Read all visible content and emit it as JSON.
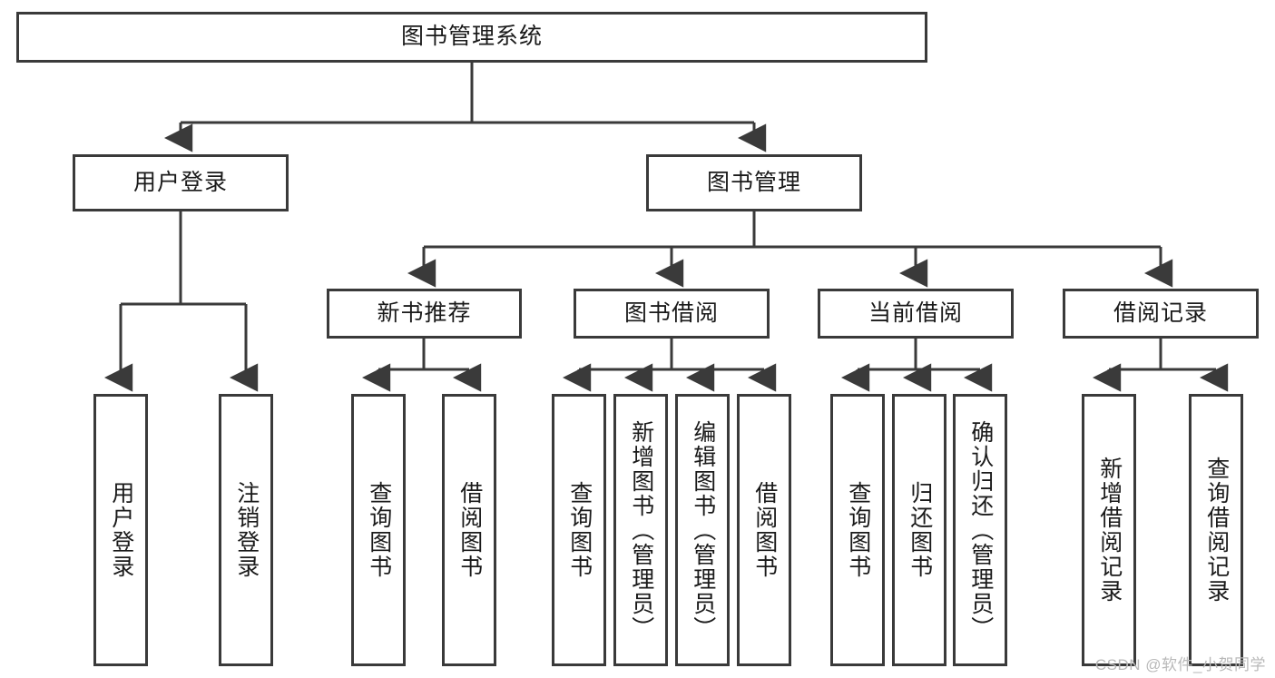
{
  "diagram": {
    "title": "图书管理系统",
    "type": "tree-hierarchy-diagram",
    "colors": {
      "box_border": "#3a3a3a",
      "box_fill": "#ffffff",
      "connector": "#3a3a3a",
      "text": "#1a1a1a",
      "watermark": "#b9b9b9",
      "background": "#ffffff"
    },
    "levels": {
      "level1_label": "图书管理系统",
      "level2": [
        "用户登录",
        "图书管理"
      ],
      "level3": [
        "新书推荐",
        "图书借阅",
        "当前借阅",
        "借阅记录"
      ]
    }
  },
  "nodes": {
    "root": {
      "label": "图书管理系统",
      "orientation": "horizontal"
    },
    "user_login": {
      "label": "用户登录",
      "orientation": "horizontal"
    },
    "book_manage": {
      "label": "图书管理",
      "orientation": "horizontal"
    },
    "new_book_rec": {
      "label": "新书推荐",
      "orientation": "horizontal"
    },
    "book_borrow": {
      "label": "图书借阅",
      "orientation": "horizontal"
    },
    "current_borrow": {
      "label": "当前借阅",
      "orientation": "horizontal"
    },
    "borrow_record": {
      "label": "借阅记录",
      "orientation": "horizontal"
    },
    "leaf_user_login": {
      "label": "用户登录",
      "orientation": "vertical"
    },
    "leaf_logout": {
      "label": "注销登录",
      "orientation": "vertical"
    },
    "leaf_query_book_1": {
      "label": "查询图书",
      "orientation": "vertical"
    },
    "leaf_borrow_book_1": {
      "label": "借阅图书",
      "orientation": "vertical"
    },
    "leaf_query_book_2": {
      "label": "查询图书",
      "orientation": "vertical"
    },
    "leaf_add_book": {
      "label": "新增图书（管理员）",
      "orientation": "vertical"
    },
    "leaf_edit_book": {
      "label": "编辑图书（管理员）",
      "orientation": "vertical"
    },
    "leaf_borrow_book_2": {
      "label": "借阅图书",
      "orientation": "vertical"
    },
    "leaf_query_book_3": {
      "label": "查询图书",
      "orientation": "vertical"
    },
    "leaf_return_book": {
      "label": "归还图书",
      "orientation": "vertical"
    },
    "leaf_confirm_return": {
      "label": "确认归还（管理员）",
      "orientation": "vertical"
    },
    "leaf_add_record": {
      "label": "新增借阅记录",
      "orientation": "vertical"
    },
    "leaf_query_record": {
      "label": "查询借阅记录",
      "orientation": "vertical"
    }
  },
  "watermark": {
    "text": "CSDN @软件_小贺同学"
  }
}
